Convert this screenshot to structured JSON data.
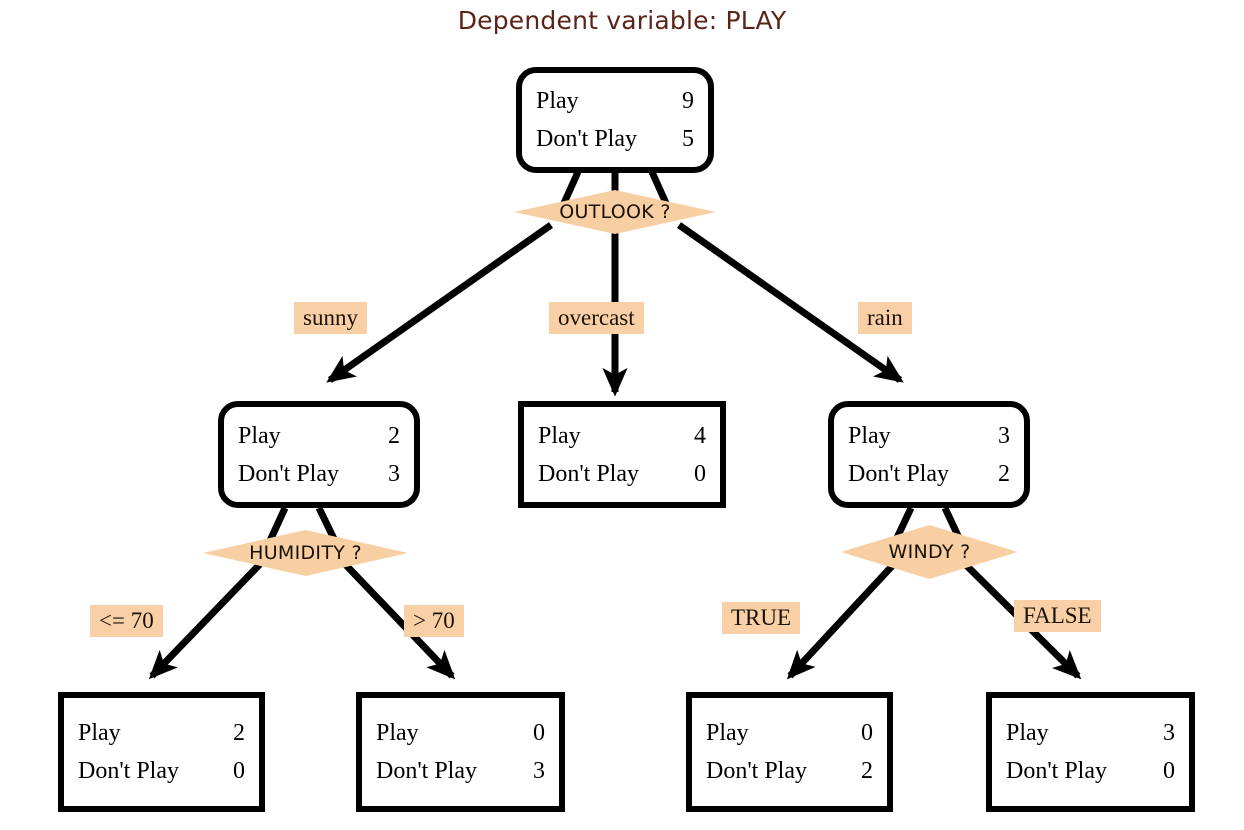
{
  "title": "Dependent variable: PLAY",
  "colors": {
    "title_text": "#5a2418",
    "accent_fill": "#f8cfa3",
    "label_fill": "#f9d0a5",
    "stroke": "#000000",
    "node_fill": "#ffffff",
    "background": "#ffffff"
  },
  "labels": {
    "play": "Play",
    "dont_play": "Don't Play"
  },
  "nodes": {
    "root": {
      "name": "root-node",
      "play": "9",
      "dont_play": "5",
      "shape": "rounded"
    },
    "sunny": {
      "name": "sunny-node",
      "play": "2",
      "dont_play": "3",
      "shape": "rounded"
    },
    "overcast": {
      "name": "overcast-leaf",
      "play": "4",
      "dont_play": "0",
      "shape": "leaf"
    },
    "rain": {
      "name": "rain-node",
      "play": "3",
      "dont_play": "2",
      "shape": "rounded"
    },
    "humidity_le70": {
      "name": "humidity-le-70-leaf",
      "play": "2",
      "dont_play": "0",
      "shape": "leaf"
    },
    "humidity_gt70": {
      "name": "humidity-gt-70-leaf",
      "play": "0",
      "dont_play": "3",
      "shape": "leaf"
    },
    "windy_true": {
      "name": "windy-true-leaf",
      "play": "0",
      "dont_play": "2",
      "shape": "leaf"
    },
    "windy_false": {
      "name": "windy-false-leaf",
      "play": "3",
      "dont_play": "0",
      "shape": "leaf"
    }
  },
  "tests": {
    "outlook": "OUTLOOK ?",
    "humidity": "HUMIDITY ?",
    "windy": "WINDY ?"
  },
  "edge_labels": {
    "sunny": "sunny",
    "overcast": "overcast",
    "rain": "rain",
    "le70": "<= 70",
    "gt70": "> 70",
    "true": "TRUE",
    "false": "FALSE"
  },
  "chart_data": {
    "type": "tree",
    "title": "Dependent variable: PLAY",
    "target": "PLAY",
    "classes": [
      "Play",
      "Don't Play"
    ],
    "tree": {
      "id": "root",
      "counts": {
        "Play": 9,
        "Don't Play": 5
      },
      "test": "OUTLOOK ?",
      "children": [
        {
          "id": "sunny",
          "edge_label": "sunny",
          "counts": {
            "Play": 2,
            "Don't Play": 3
          },
          "test": "HUMIDITY ?",
          "children": [
            {
              "id": "humidity_le70",
              "edge_label": "<= 70",
              "counts": {
                "Play": 2,
                "Don't Play": 0
              },
              "leaf": true
            },
            {
              "id": "humidity_gt70",
              "edge_label": "> 70",
              "counts": {
                "Play": 0,
                "Don't Play": 3
              },
              "leaf": true
            }
          ]
        },
        {
          "id": "overcast",
          "edge_label": "overcast",
          "counts": {
            "Play": 4,
            "Don't Play": 0
          },
          "leaf": true
        },
        {
          "id": "rain",
          "edge_label": "rain",
          "counts": {
            "Play": 3,
            "Don't Play": 2
          },
          "test": "WINDY ?",
          "children": [
            {
              "id": "windy_true",
              "edge_label": "TRUE",
              "counts": {
                "Play": 0,
                "Don't Play": 2
              },
              "leaf": true
            },
            {
              "id": "windy_false",
              "edge_label": "FALSE",
              "counts": {
                "Play": 3,
                "Don't Play": 0
              },
              "leaf": true
            }
          ]
        }
      ]
    }
  }
}
